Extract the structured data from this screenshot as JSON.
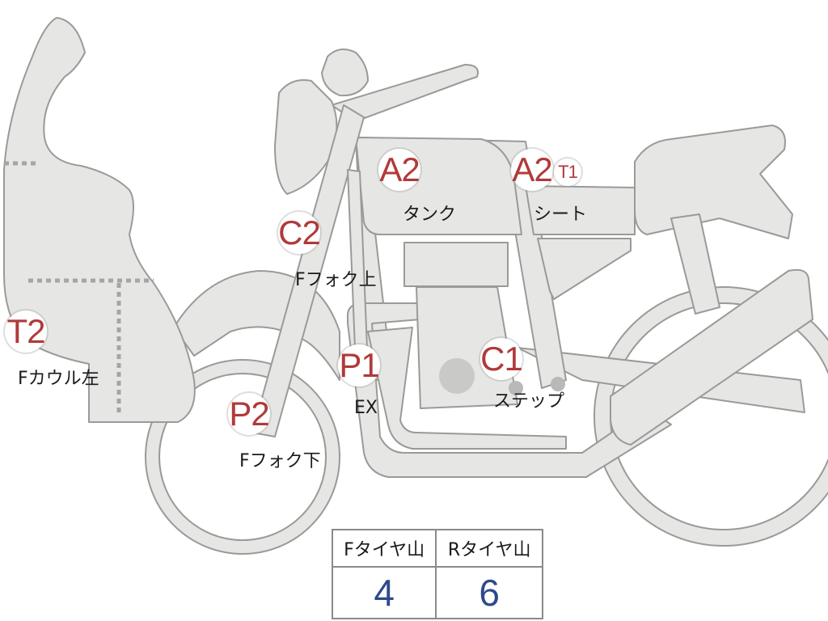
{
  "markers": {
    "tank": {
      "code": "A2",
      "label": "タンク"
    },
    "seat": {
      "code": "A2",
      "sub_code": "T1",
      "label": "シート"
    },
    "fork_upper": {
      "code": "C2",
      "label": "Fフォク上"
    },
    "cowl_left": {
      "code": "T2",
      "label": "Fカウル左"
    },
    "exhaust": {
      "code": "P1",
      "label": "EX"
    },
    "step": {
      "code": "C1",
      "label": "ステップ"
    },
    "fork_lower": {
      "code": "P2",
      "label": "Fフォク下"
    }
  },
  "tread_table": {
    "front_header": "Fタイヤ山",
    "rear_header": "Rタイヤ山",
    "front_value": "4",
    "rear_value": "6"
  },
  "colors": {
    "code_red": "#b03a3a",
    "value_blue": "#2d4a8a",
    "part_fill": "#e6e6e4",
    "part_outline": "#9a9a98"
  }
}
